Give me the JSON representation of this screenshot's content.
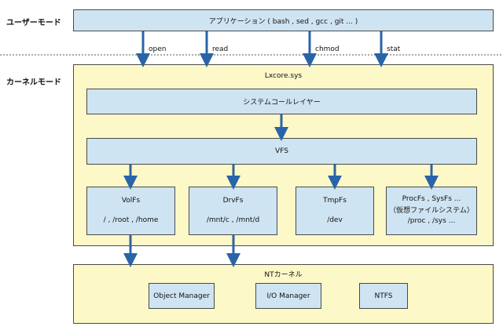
{
  "modes": {
    "user": "ユーザーモード",
    "kernel": "カーネルモード"
  },
  "application": "アプリケーション ( bash , sed , gcc , git ... )",
  "syscalls": [
    "open",
    "read",
    "chmod",
    "stat"
  ],
  "lxcore": {
    "title": "Lxcore.sys",
    "syscall_layer": "システムコールレイヤー",
    "vfs": "VFS",
    "filesystems": [
      {
        "name": "VolFs",
        "paths": [
          "/ , /root , /home"
        ]
      },
      {
        "name": "DrvFs",
        "paths": [
          "/mnt/c , /mnt/d"
        ]
      },
      {
        "name": "TmpFs",
        "paths": [
          "/dev"
        ]
      },
      {
        "name": "ProcFs , SysFs ...",
        "paths": [
          "（仮想ファイルシステム）",
          "/proc , /sys ..."
        ]
      }
    ]
  },
  "nt_kernel": {
    "title": "NTカーネル",
    "components": [
      "Object Manager",
      "I/O Manager",
      "NTFS"
    ]
  },
  "colors": {
    "box_blue": "#cfe4f2",
    "box_yellow": "#fdf8c8",
    "arrow": "#2a64a8",
    "border": "#4a4a4a"
  }
}
